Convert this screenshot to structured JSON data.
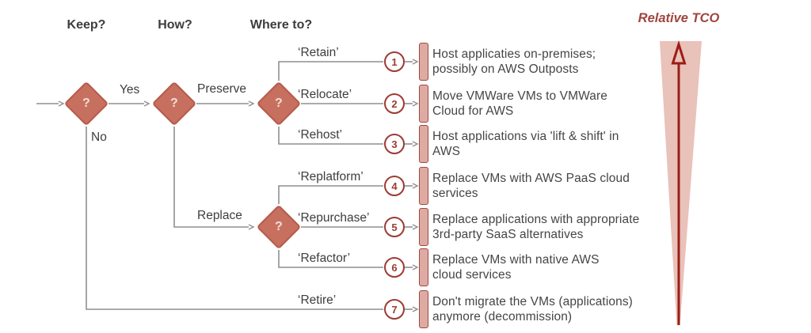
{
  "columns": [
    {
      "label": "Keep?"
    },
    {
      "label": "How?"
    },
    {
      "label": "Where to?"
    }
  ],
  "decision_mark": "?",
  "edge_labels": {
    "yes": "Yes",
    "no": "No",
    "preserve": "Preserve",
    "replace": "Replace"
  },
  "branches": [
    {
      "num": "1",
      "label": "‘Retain’",
      "desc": "Host applicaties on-premises;\npossibly on AWS Outposts"
    },
    {
      "num": "2",
      "label": "‘Relocate’",
      "desc": "Move VMWare VMs to VMWare\nCloud for AWS"
    },
    {
      "num": "3",
      "label": "‘Rehost’",
      "desc": "Host applications via 'lift & shift' in\nAWS"
    },
    {
      "num": "4",
      "label": "‘Replatform’",
      "desc": "Replace VMs with AWS PaaS cloud\nservices"
    },
    {
      "num": "5",
      "label": "‘Repurchase’",
      "desc": "Replace applications with appropriate\n3rd-party SaaS alternatives"
    },
    {
      "num": "6",
      "label": "‘Refactor’",
      "desc": "Replace VMs with native AWS\ncloud services"
    },
    {
      "num": "7",
      "label": "‘Retire’",
      "desc": "Don't migrate the VMs (applications)\nanymore (decommission)"
    }
  ],
  "tco": {
    "label": "Relative TCO"
  },
  "colors": {
    "bg": "#ffffff",
    "line": "#8f8f8f",
    "text_dark": "#3d3d3d",
    "desc_text": "#454545",
    "diamond_fill": "#c8705f",
    "diamond_border": "#b65b4a",
    "diamond_mark": "#f3ddd6",
    "circle_border": "#9c3b33",
    "circle_bg": "#ffffff",
    "bar_fill": "#ddaba3",
    "bar_border": "#a1463e",
    "tri_fill": "#e9c2ba",
    "tco_arrow": "#9b1d15",
    "tco_text": "#a04540"
  }
}
